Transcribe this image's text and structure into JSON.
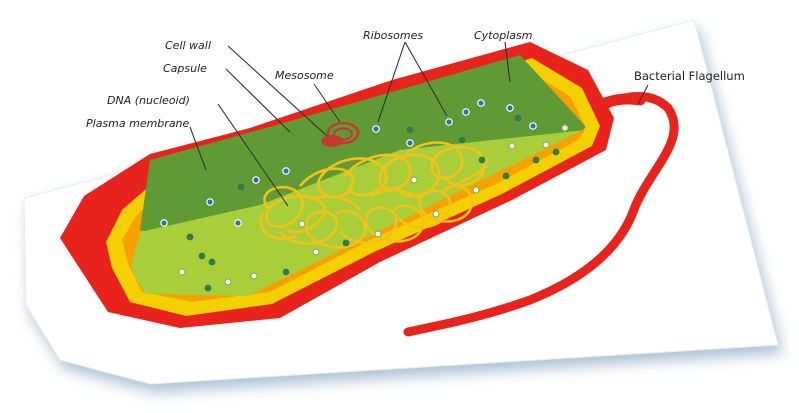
{
  "diagram": {
    "labels": {
      "cell_wall": "Cell wall",
      "capsule": "Capsule",
      "dna": "DNA (nucleoid)",
      "plasma_membrane": "Plasma membrane",
      "mesosome": "Mesosome",
      "ribosomes": "Ribosomes",
      "cytoplasm": "Cytoplasm",
      "flagellum": "Bacterial Flagellum"
    },
    "colors": {
      "capsule": "#e8231c",
      "cell_wall": "#f5d000",
      "plasma_membrane": "#f5a200",
      "cytoplasm_dark": "#5f9a35",
      "cytoplasm_light": "#a8cf3a",
      "dna": "#f2c218",
      "ribosome": "#2f6fb2",
      "mesosome": "#c43a2f"
    }
  }
}
